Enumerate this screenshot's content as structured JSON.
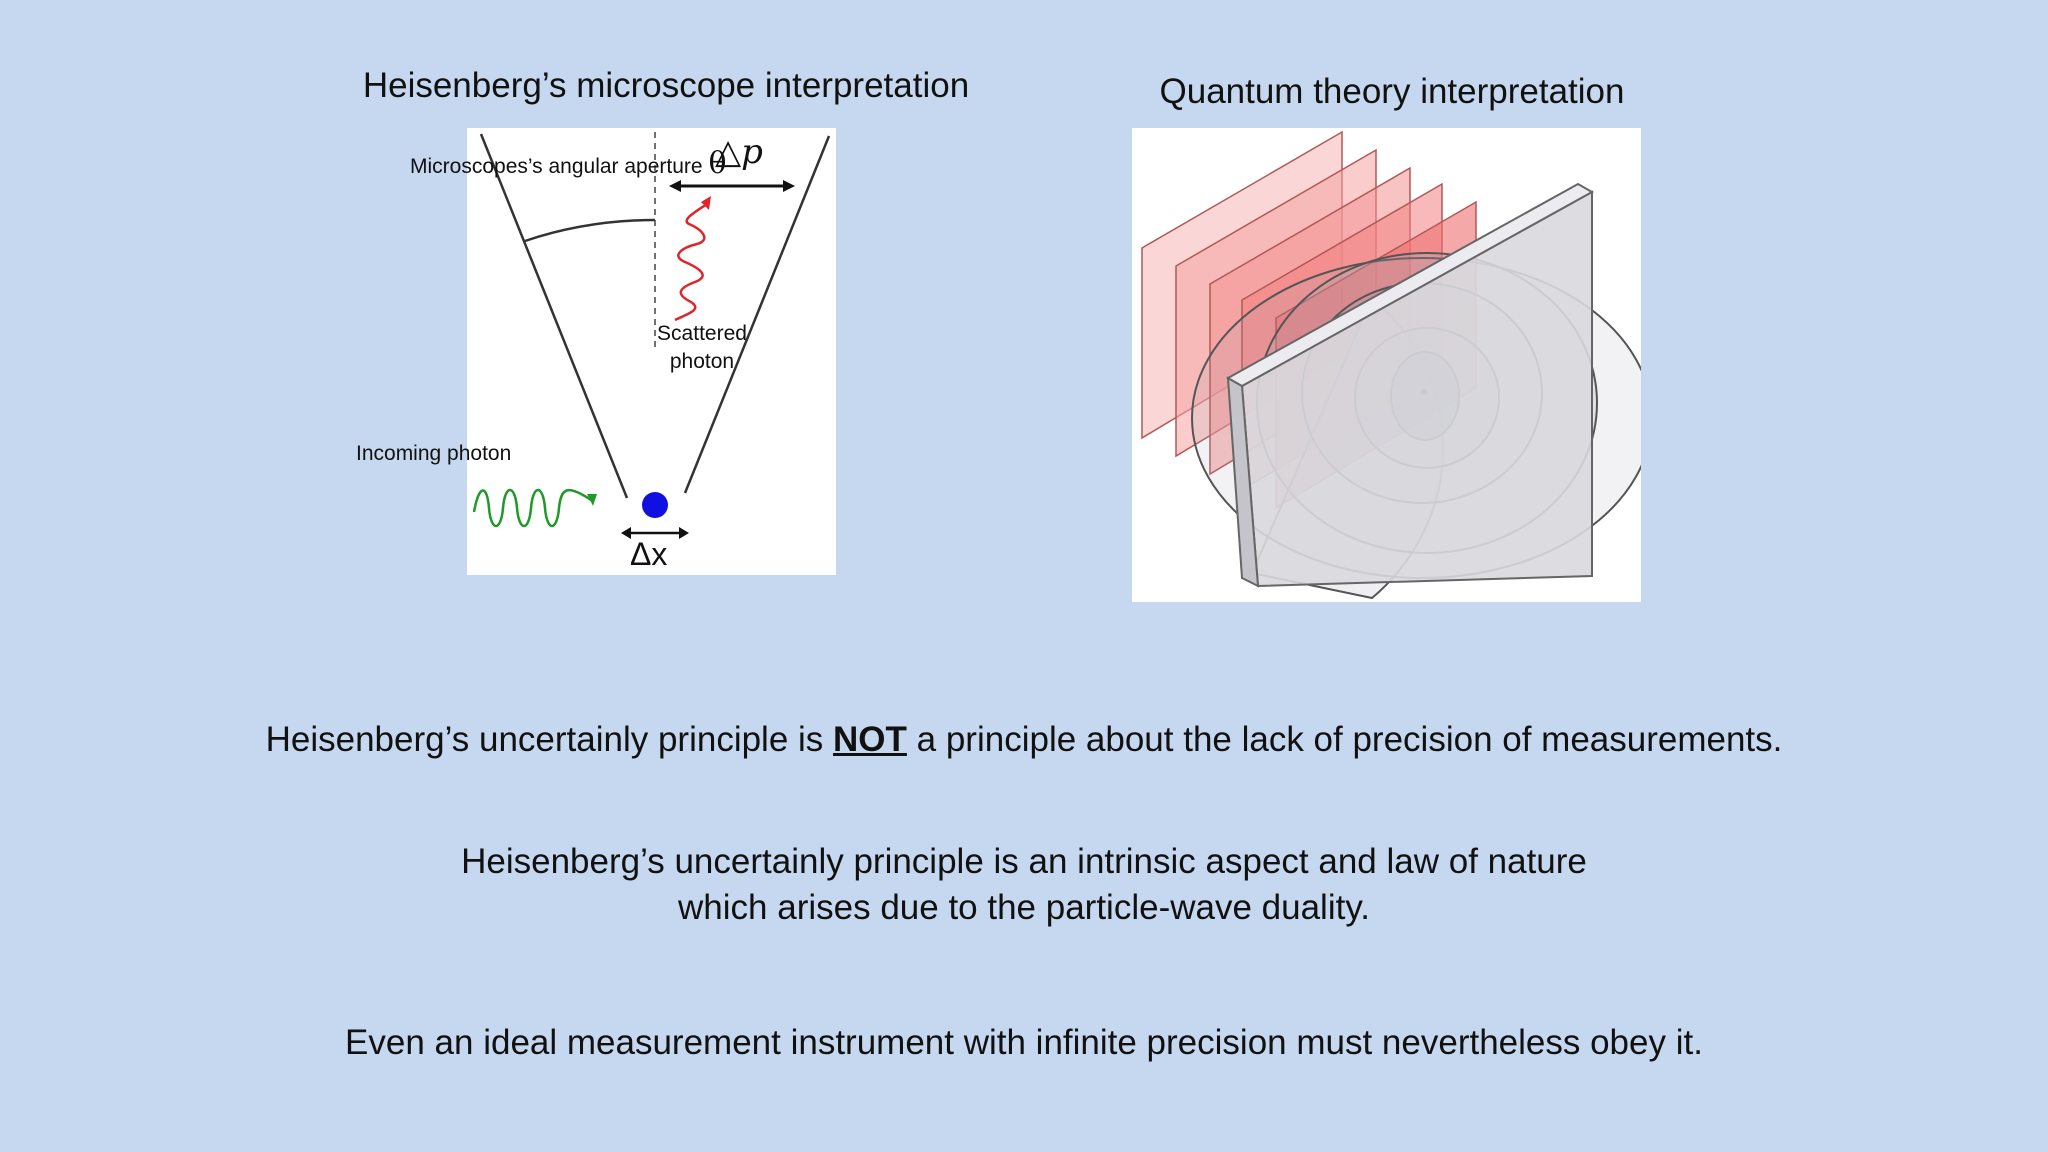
{
  "titles": {
    "left": "Heisenberg’s microscope interpretation",
    "right": "Quantum theory interpretation"
  },
  "microscope_figure": {
    "aperture_label": "Microscopes’s angular aperture",
    "theta_symbol": "θ",
    "delta_p": "△p",
    "scattered_label": "Scattered photon",
    "incoming_label": "Incoming photon",
    "delta_x": "Δx",
    "colors": {
      "particle": "#1010e0",
      "incoming_wave": "#1f9a2a",
      "scattered_wave": "#e0242a"
    }
  },
  "quantum_figure": {
    "colors": {
      "planes": "#f26d6d",
      "spheres": "#8a8ea8"
    }
  },
  "statements": {
    "s1_before": "Heisenberg’s uncertainly principle is ",
    "s1_emph": "NOT",
    "s1_after": " a principle about the lack of precision of measurements.",
    "s2_line1": "Heisenberg’s uncertainly principle is an intrinsic aspect and law of nature",
    "s2_line2": "which arises due to the particle-wave duality.",
    "s3": "Even an ideal measurement instrument with infinite precision must nevertheless obey it."
  }
}
